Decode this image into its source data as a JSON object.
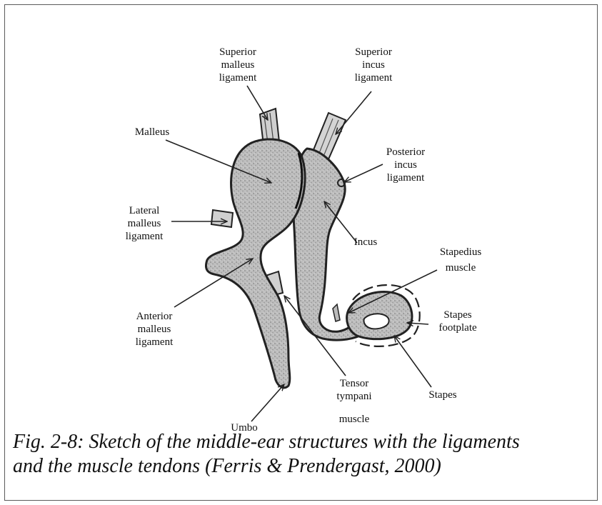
{
  "labels": {
    "superior_malleus_ligament": "Superior\nmalleus\nligament",
    "superior_incus_ligament": "Superior\nincus\nligament",
    "malleus": "Malleus",
    "posterior_incus_ligament": "Posterior\nincus\nligament",
    "lateral_malleus_ligament": "Lateral\nmalleus\nligament",
    "incus": "Incus",
    "stapedius_muscle_line1": "Stapedius",
    "stapedius_muscle_line2": "muscle",
    "anterior_malleus_ligament": "Anterior\nmalleus\nligament",
    "stapes_footplate": "Stapes\nfootplate",
    "tensor_tympani_line1": "Tensor\ntympani",
    "tensor_tympani_line2": "muscle",
    "stapes": "Stapes",
    "umbo": "Umbo"
  },
  "caption": {
    "line1": "Fig. 2-8: Sketch of the middle-ear structures with the ligaments",
    "line2": "and the muscle tendons (Ferris & Prendergast, 2000)"
  },
  "colors": {
    "bone_fill": "#bdbdbd",
    "outline": "#222222",
    "text": "#111111"
  }
}
